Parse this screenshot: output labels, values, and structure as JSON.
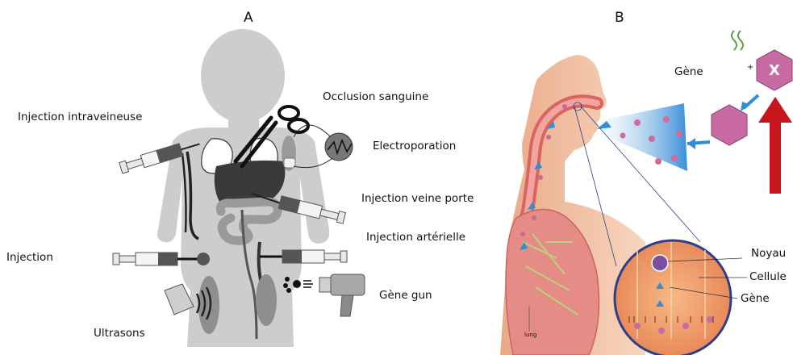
{
  "panel_a": {
    "letter": "A",
    "labels": {
      "occlusion": "Occlusion sanguine",
      "iv": "Injection intraveineuse",
      "electroporation": "Electroporation",
      "portal": "Injection veine porte",
      "arterial": "Injection artérielle",
      "injection": "Injection",
      "gene_gun": "Gène gun",
      "ultrasound": "Ultrasons"
    }
  },
  "panel_b": {
    "letter": "B",
    "labels": {
      "gene_top": "Gène",
      "vector_symbol": "X",
      "plus": "+",
      "nucleus": "Noyau",
      "cell": "Cellule",
      "gene_cell": "Gène",
      "lung": "lung"
    },
    "colors": {
      "arrow_red": "#c8161d",
      "arrow_blue": "#2f8fd6",
      "skin": "#f6c9ad",
      "tissue": "#e88a86",
      "virus": "#d679a6"
    }
  }
}
